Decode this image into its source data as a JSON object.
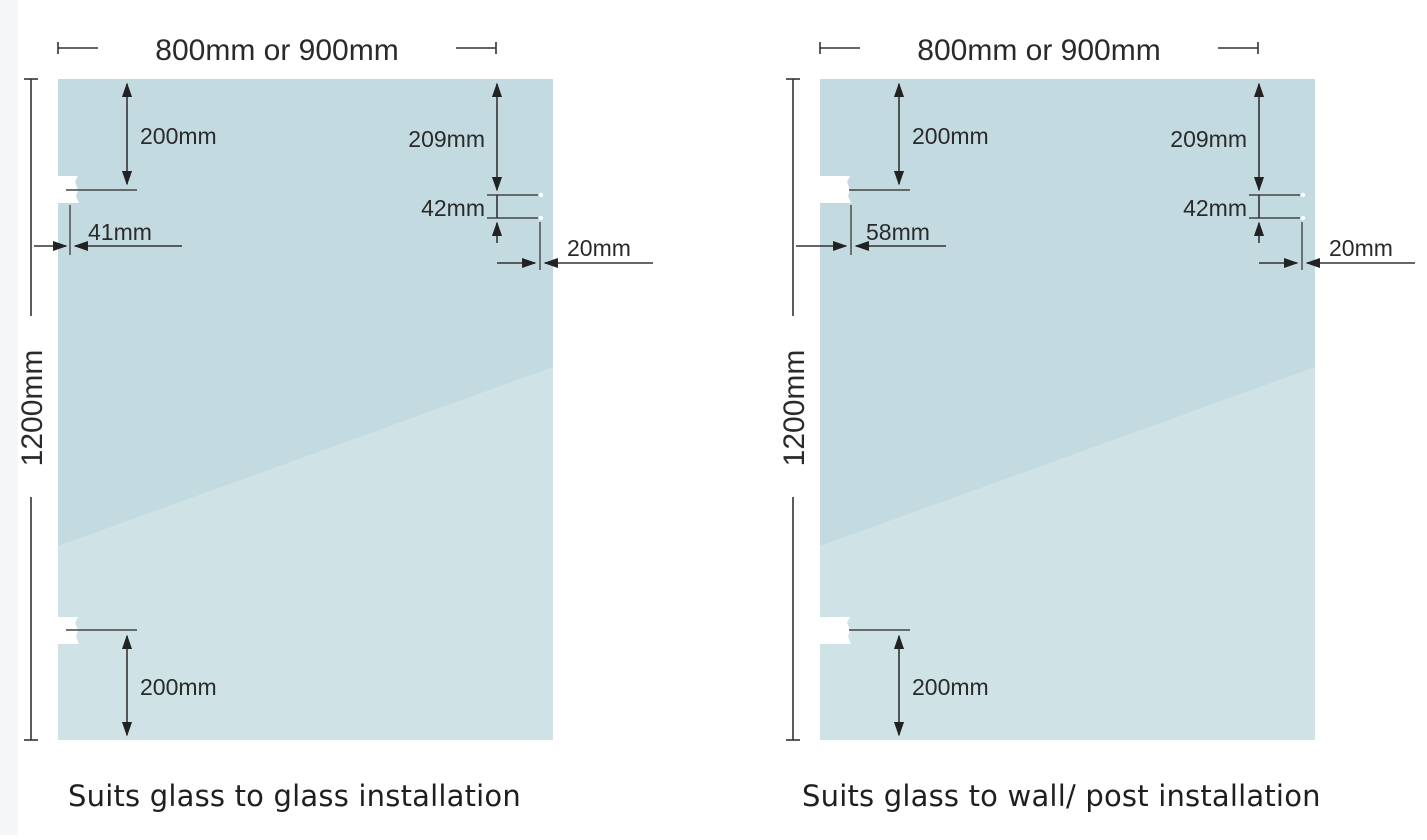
{
  "colors": {
    "background": "#ffffff",
    "glass_top": "#c3dbe0",
    "glass_bottom": "#d0e3e7",
    "dimension_ink": "#2a2a2a",
    "notch": "#ffffff"
  },
  "panels": [
    {
      "id": "glass-to-glass",
      "width_label": "800mm or 900mm",
      "height_label": "1200mm",
      "top_hinge_offset_label": "200mm",
      "bottom_hinge_offset_label": "200mm",
      "hinge_depth_label": "41mm",
      "latch_top_offset_label": "209mm",
      "latch_hole_spacing_label": "42mm",
      "latch_edge_offset_label": "20mm",
      "caption": "Suits glass to glass installation"
    },
    {
      "id": "glass-to-wall-post",
      "width_label": "800mm or 900mm",
      "height_label": "1200mm",
      "top_hinge_offset_label": "200mm",
      "bottom_hinge_offset_label": "200mm",
      "hinge_depth_label": "58mm",
      "latch_top_offset_label": "209mm",
      "latch_hole_spacing_label": "42mm",
      "latch_edge_offset_label": "20mm",
      "caption": "Suits glass to wall/ post installation"
    }
  ]
}
